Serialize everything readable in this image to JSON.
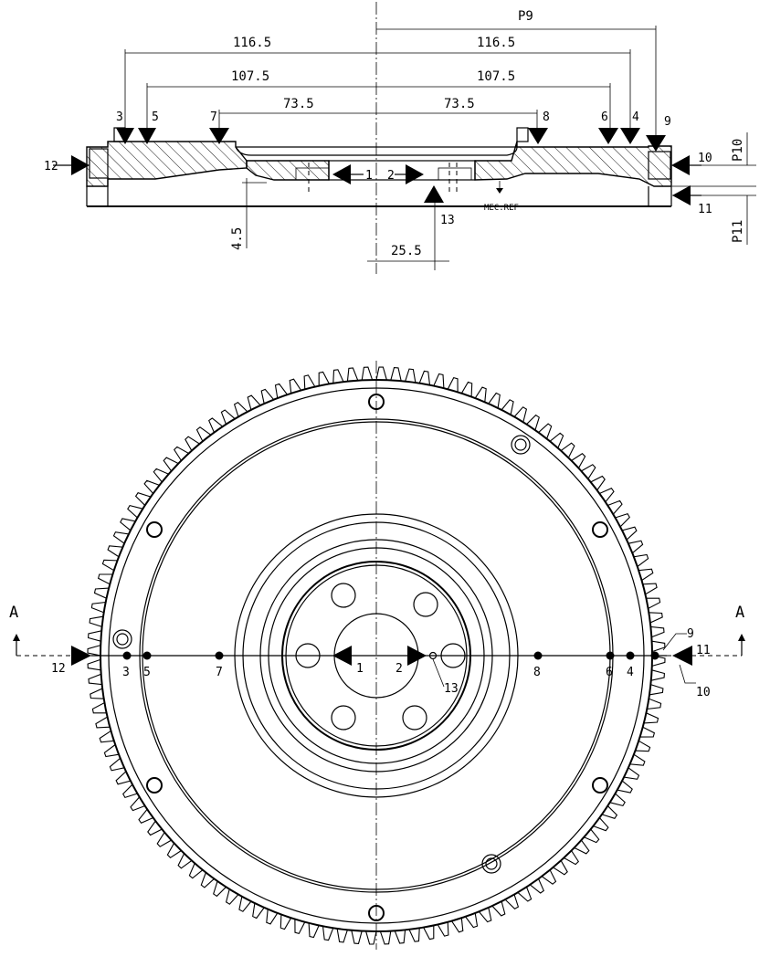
{
  "section": {
    "dim_p9": "P9",
    "dim_116_5_left": "116.5",
    "dim_116_5_right": "116.5",
    "dim_107_5_left": "107.5",
    "dim_107_5_right": "107.5",
    "dim_73_5_left": "73.5",
    "dim_73_5_right": "73.5",
    "dim_4_5": "4.5",
    "dim_25_5": "25.5",
    "dim_p10": "P10",
    "dim_p11": "P11",
    "mec_ref": "MEC.REF",
    "points": {
      "p1": "1",
      "p2": "2",
      "p3": "3",
      "p4": "4",
      "p5": "5",
      "p6": "6",
      "p7": "7",
      "p8": "8",
      "p9": "9",
      "p10": "10",
      "p11": "11",
      "p12": "12",
      "p13": "13"
    }
  },
  "plan": {
    "section_mark_left": "A",
    "section_mark_right": "A",
    "points": {
      "p1": "1",
      "p2": "2",
      "p3": "3",
      "p4": "4",
      "p5": "5",
      "p6": "6",
      "p7": "7",
      "p8": "8",
      "p9": "9",
      "p10": "10",
      "p11": "11",
      "p12": "12",
      "p13": "13"
    }
  }
}
